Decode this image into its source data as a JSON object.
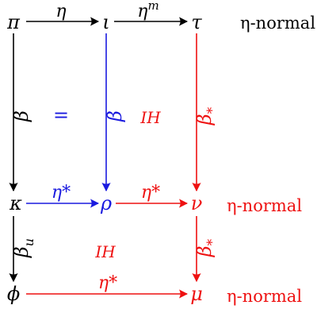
{
  "colors": {
    "black": "#000000",
    "blue": "#1a1adf",
    "red": "#ee1111"
  },
  "nodes": {
    "pi": "π",
    "iota": "ι",
    "tau": "τ",
    "kappa": "κ",
    "rho": "ρ",
    "nu": "ν",
    "phi": "ϕ",
    "mu": "μ"
  },
  "arrows": {
    "pi_iota": "η",
    "iota_tau_base": "η",
    "iota_tau_sup": "m",
    "kappa_rho": "η*",
    "rho_nu": "η*",
    "phi_mu": "η*",
    "pi_kappa": "β",
    "iota_rho": "β",
    "tau_nu_base": "β",
    "tau_nu_sub": "*",
    "kappa_phi_base": "β",
    "kappa_phi_sub": "u",
    "nu_mu_base": "β",
    "nu_mu_sub": "*"
  },
  "annotations": {
    "row1": "η-normal",
    "row2": "η-normal",
    "row3": "η-normal",
    "eq": "=",
    "ih_top": "IH",
    "ih_bottom": "IH"
  }
}
